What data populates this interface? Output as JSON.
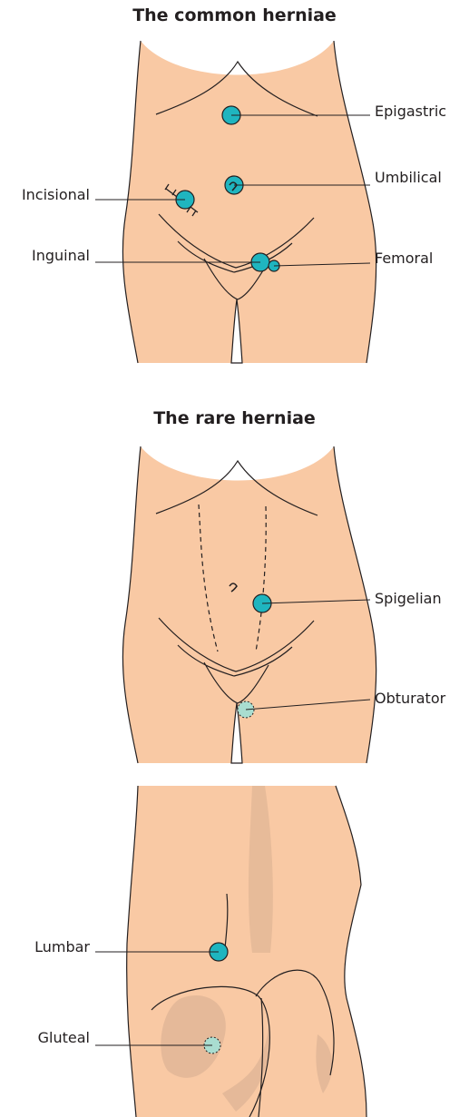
{
  "titles": {
    "common": "The common herniae",
    "rare": "The rare herniae"
  },
  "labels": {
    "epigastric": "Epigastric",
    "umbilical": "Umbilical",
    "incisional": "Incisional",
    "inguinal": "Inguinal",
    "femoral": "Femoral",
    "spigelian": "Spigelian",
    "obturator": "Obturator",
    "lumbar": "Lumbar",
    "gluteal": "Gluteal"
  },
  "colors": {
    "skin": "#f9c9a4",
    "outline": "#231f20",
    "hernia": "#1fb5bf",
    "hernia_hidden": "#a9ddd0",
    "shadow": "#e0b596",
    "background": "#ffffff"
  }
}
